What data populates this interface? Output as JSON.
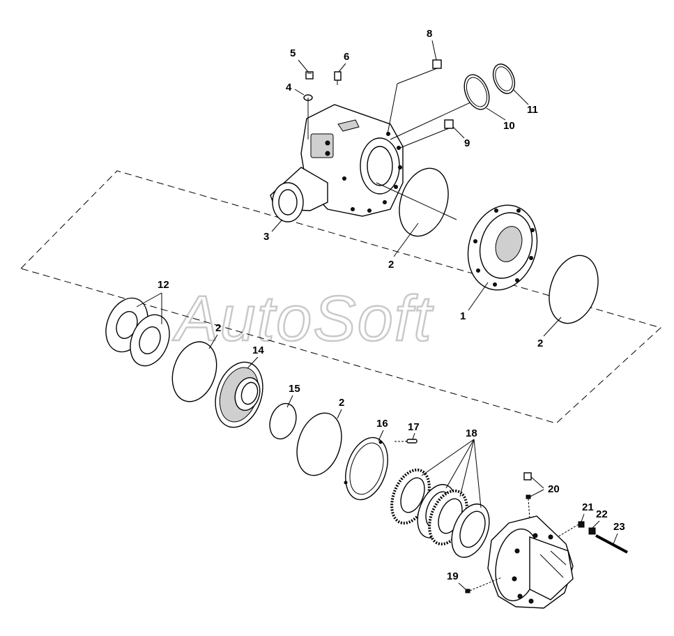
{
  "diagram": {
    "watermark": "AutoSoft",
    "callouts": [
      "1",
      "2",
      "2",
      "2",
      "2",
      "3",
      "4",
      "5",
      "6",
      "8",
      "9",
      "10",
      "11",
      "12",
      "14",
      "15",
      "16",
      "17",
      "18",
      "19",
      "20",
      "21",
      "22",
      "23"
    ]
  },
  "colors": {
    "line": "#000000",
    "watermark": "#c9c9c9",
    "background": "#ffffff"
  }
}
